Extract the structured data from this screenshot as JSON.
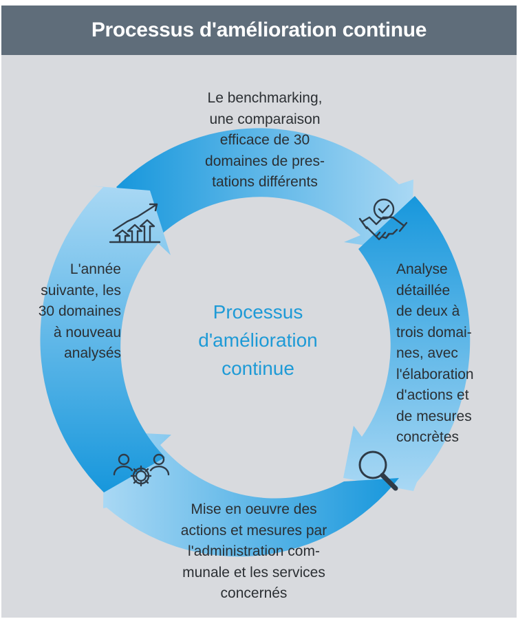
{
  "header": {
    "title": "Processus d'amélioration continue"
  },
  "center_label": "Processus\nd'amélioration\ncontinue",
  "steps": [
    {
      "text": "Le benchmarking,\nune comparaison\nefficace de 30\ndomaines de pres-\ntations différents",
      "icon": "growth-chart-icon"
    },
    {
      "text": "Analyse\ndétaillée\nde deux à\ntrois domai-\nnes, avec\nl'élaboration\nd'actions et\nde mesures\nconcrètes",
      "icon": "handshake-check-icon"
    },
    {
      "text": "Mise en oeuvre des\nactions et mesures par\nl'administration com-\nmunale et les services\nconcernés",
      "icon": "magnifier-icon"
    },
    {
      "text": "L'année\nsuivante, les\n30 domaines\nà nouveau\nanalysés",
      "icon": "team-gear-icon"
    }
  ],
  "colors": {
    "header_bg": "#5f6d7a",
    "background": "#d8dade",
    "ring_dark": "#1797dc",
    "ring_light": "#a6d6f3",
    "center_text": "#1e9ad6",
    "text": "#2b2f33"
  }
}
